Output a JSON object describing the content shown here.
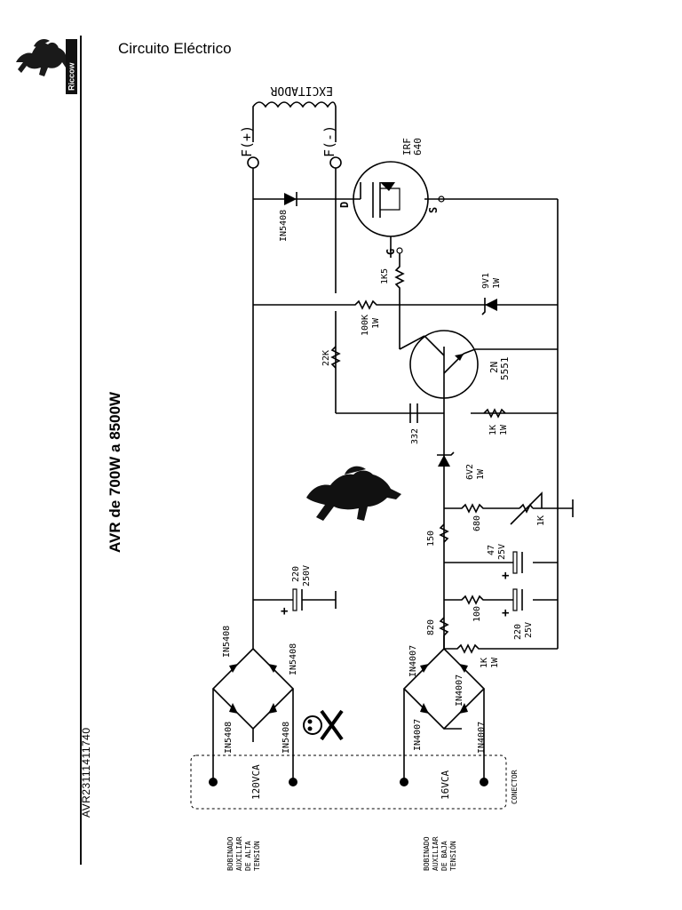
{
  "header": {
    "page_title": "Circuito Eléctrico",
    "logo_text": "Riccow",
    "document_code": "AVR23111411740"
  },
  "diagram": {
    "title": "AVR de 700W a 8500W",
    "exciter": {
      "label": "EXCITADOR",
      "terminal_pos": "F(+)",
      "terminal_neg": "F(-)"
    },
    "components": {
      "mosfet": {
        "line1": "IRF",
        "line2": "640",
        "pin_d": "D",
        "pin_g": "G",
        "pin_s": "S"
      },
      "transistor": {
        "line1": "2N",
        "line2": "5551"
      },
      "diode_flyback": "IN5408",
      "r_gate": "1K5",
      "zener_9v1": {
        "value": "9V1",
        "power": "1W"
      },
      "r_100k": {
        "value": "100K",
        "power": "1W"
      },
      "r_22k": "22K",
      "cap_332": "332",
      "r_1k_1w": {
        "value": "1K",
        "power": "1W"
      },
      "zener_6v2": {
        "value": "6V2",
        "power": "1W"
      },
      "r_680": "680",
      "pot_1k": "1K",
      "r_150": "150",
      "cap_47": {
        "value": "47",
        "voltage": "25V"
      },
      "cap_220_250": {
        "value": "220",
        "voltage": "250V"
      },
      "r_820": "820",
      "r_100": "100",
      "cap_220_25": {
        "value": "220",
        "voltage": "25V"
      },
      "r_1k_low": {
        "value": "1K",
        "power": "1W"
      },
      "plus": "+"
    },
    "bridge_high": {
      "d1": "IN5408",
      "d2": "IN5408",
      "d3": "IN5408",
      "d4": "IN5408"
    },
    "bridge_low": {
      "d1": "IN4007",
      "d2": "IN4007",
      "d3": "IN4007",
      "d4": "IN4007"
    },
    "connector": {
      "label": "CONECTOR",
      "high_voltage": "120VCA",
      "low_voltage": "16VCA",
      "winding_high": [
        "BOBINADO",
        "AUXILIAR",
        "DE ALTA",
        "TENSIÓN"
      ],
      "winding_low": [
        "BOBINADO",
        "AUXILIAR",
        "DE BAJA",
        "TENSIÓN"
      ]
    }
  }
}
